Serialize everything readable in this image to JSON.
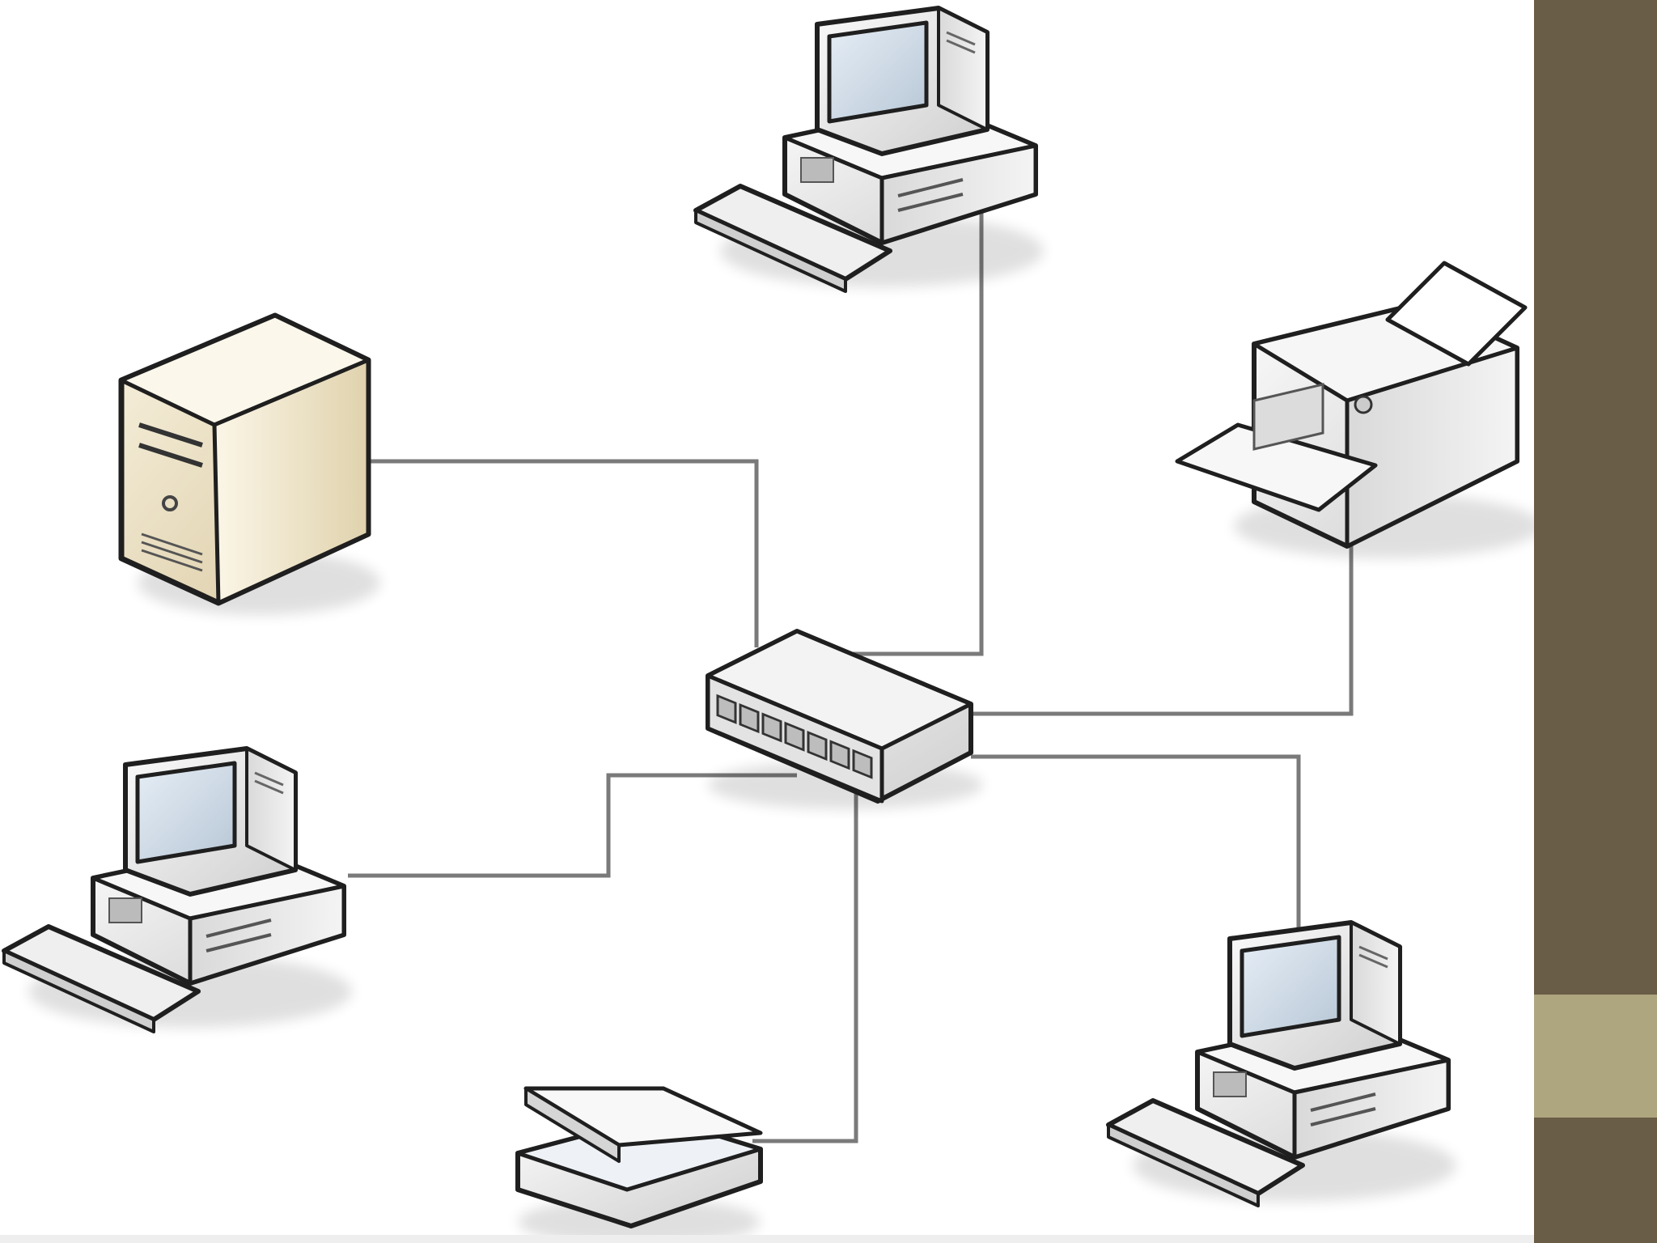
{
  "colors": {
    "background": "#ffffff",
    "sidebar_dark": "#6a5d47",
    "sidebar_light": "#aea67f",
    "link_line": "#7a7a7a",
    "device_outline": "#1f1f1f",
    "device_body": "#e8e8e8",
    "server_body": "#efe6cd",
    "screen": "#cfd9e3"
  },
  "nodes": [
    {
      "id": "switch",
      "type": "network-switch",
      "icon": "network-switch-icon"
    },
    {
      "id": "workstation-top",
      "type": "desktop-computer",
      "icon": "desktop-computer-icon"
    },
    {
      "id": "server",
      "type": "tower-server",
      "icon": "server-icon"
    },
    {
      "id": "printer",
      "type": "printer",
      "icon": "printer-icon"
    },
    {
      "id": "workstation-left",
      "type": "desktop-computer",
      "icon": "desktop-computer-icon"
    },
    {
      "id": "scanner",
      "type": "flatbed-scanner",
      "icon": "scanner-icon"
    },
    {
      "id": "workstation-right",
      "type": "desktop-computer",
      "icon": "desktop-computer-icon"
    }
  ],
  "links": [
    {
      "from": "server",
      "to": "switch"
    },
    {
      "from": "workstation-top",
      "to": "switch"
    },
    {
      "from": "printer",
      "to": "switch"
    },
    {
      "from": "workstation-right",
      "to": "switch"
    },
    {
      "from": "workstation-left",
      "to": "switch"
    },
    {
      "from": "scanner",
      "to": "switch"
    }
  ]
}
